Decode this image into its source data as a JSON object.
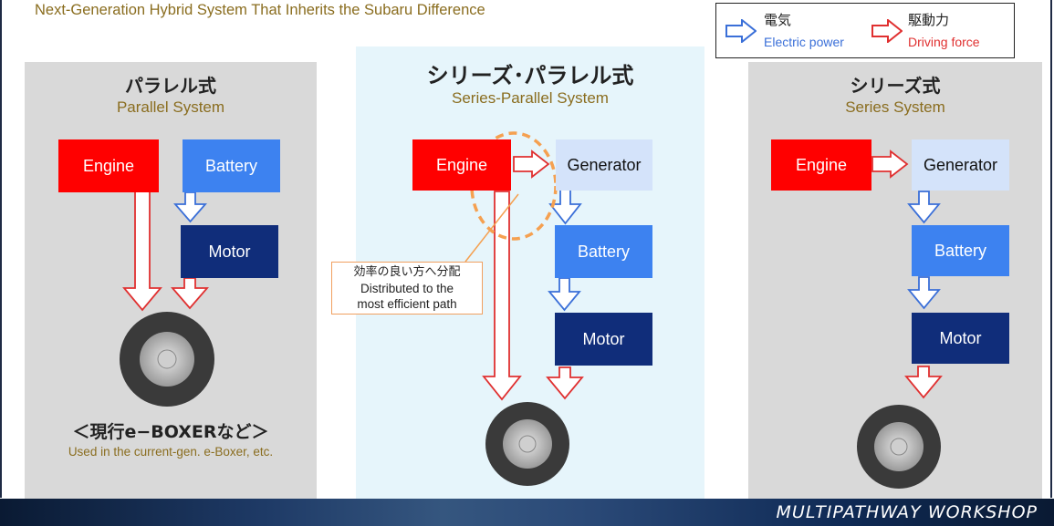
{
  "subtitle": "Next-Generation Hybrid System That Inherits the Subaru Difference",
  "legend": {
    "electric_jp": "電気",
    "electric_en": "Electric power",
    "driving_jp": "駆動力",
    "driving_en": "Driving force",
    "electric_color": "#3a6fd8",
    "driving_color": "#e03030"
  },
  "panels": {
    "parallel": {
      "title_jp": "パラレル式",
      "title_en": "Parallel System",
      "engine": "Engine",
      "battery": "Battery",
      "motor": "Motor",
      "caption_jp": "＜現行e−BOXERなど＞",
      "caption_en": "Used in the current-gen. e-Boxer, etc."
    },
    "series_parallel": {
      "title_jp": "シリーズ･パラレル式",
      "title_en": "Series-Parallel System",
      "engine": "Engine",
      "generator": "Generator",
      "battery": "Battery",
      "motor": "Motor",
      "note_jp": "効率の良い方へ分配",
      "note_en_1": "Distributed to the",
      "note_en_2": "most efficient path"
    },
    "series": {
      "title_jp": "シリーズ式",
      "title_en": "Series System",
      "engine": "Engine",
      "generator": "Generator",
      "battery": "Battery",
      "motor": "Motor"
    }
  },
  "colors": {
    "engine": "#ff0000",
    "battery": "#3d82f0",
    "motor": "#102d7a",
    "generator": "#d4e3fa",
    "panel_gray": "#d9d9d9",
    "panel_blue": "#e6f5fb"
  },
  "footer": {
    "brand": "MULTIPATHWAY WORKSHOP"
  }
}
